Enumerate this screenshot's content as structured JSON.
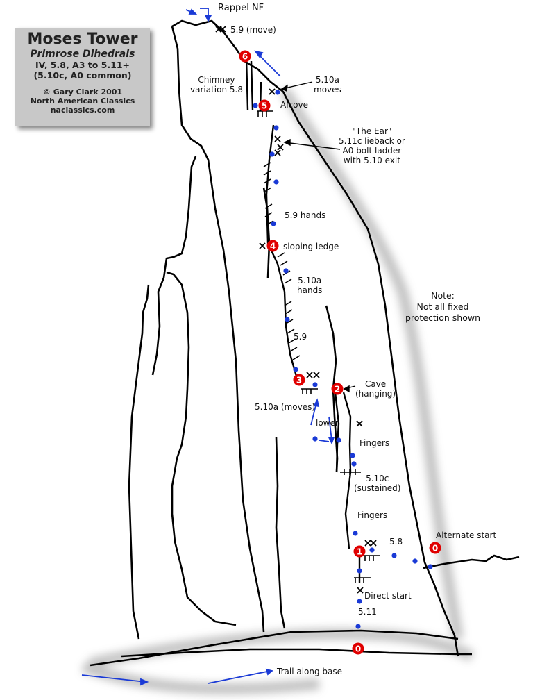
{
  "title": {
    "name": "Moses Tower",
    "route": "Primrose Dihedrals",
    "grade": "IV, 5.8, A3 to 5.11+",
    "grade_note": "(5.10c, A0 common)",
    "copyright": "© Gary Clark 2001",
    "publisher": "North American Classics",
    "website": "naclassics.com"
  },
  "labels": {
    "rappel": "Rappel NF",
    "move_59": "5.9 (move)",
    "chimney": "Chimney\nvariation 5.8",
    "moves_510a": "5.10a\nmoves",
    "alcove": "Alcove",
    "the_ear": "\"The Ear\"\n5.11c lieback or\nA0 bolt ladder\nwith 5.10 exit",
    "hands_59": "5.9 hands",
    "sloping_ledge": "sloping ledge",
    "hands_510a": "5.10a\nhands",
    "grade_59": "5.9",
    "moves_510a_lower": "5.10a (moves)",
    "lower": "lower",
    "cave": "Cave\n(hanging)",
    "fingers_upper": "Fingers",
    "sustained": "5.10c\n(sustained)",
    "fingers_lower": "Fingers",
    "grade_58": "5.8",
    "alternate_start": "Alternate start",
    "direct_start": "Direct start",
    "grade_511": "5.11",
    "trail": "Trail along base",
    "note": "Note:\nNot all fixed\nprotection shown"
  },
  "belays": [
    "0",
    "0",
    "1",
    "2",
    "3",
    "4",
    "5",
    "6"
  ],
  "colors": {
    "belay_marker": "#e00000",
    "route_dot": "#1a3ad6",
    "arrow": "#1a3ad6",
    "rock_outline": "#000000",
    "shadow": "#b0b0b0",
    "title_box": "#c8c8c8"
  }
}
